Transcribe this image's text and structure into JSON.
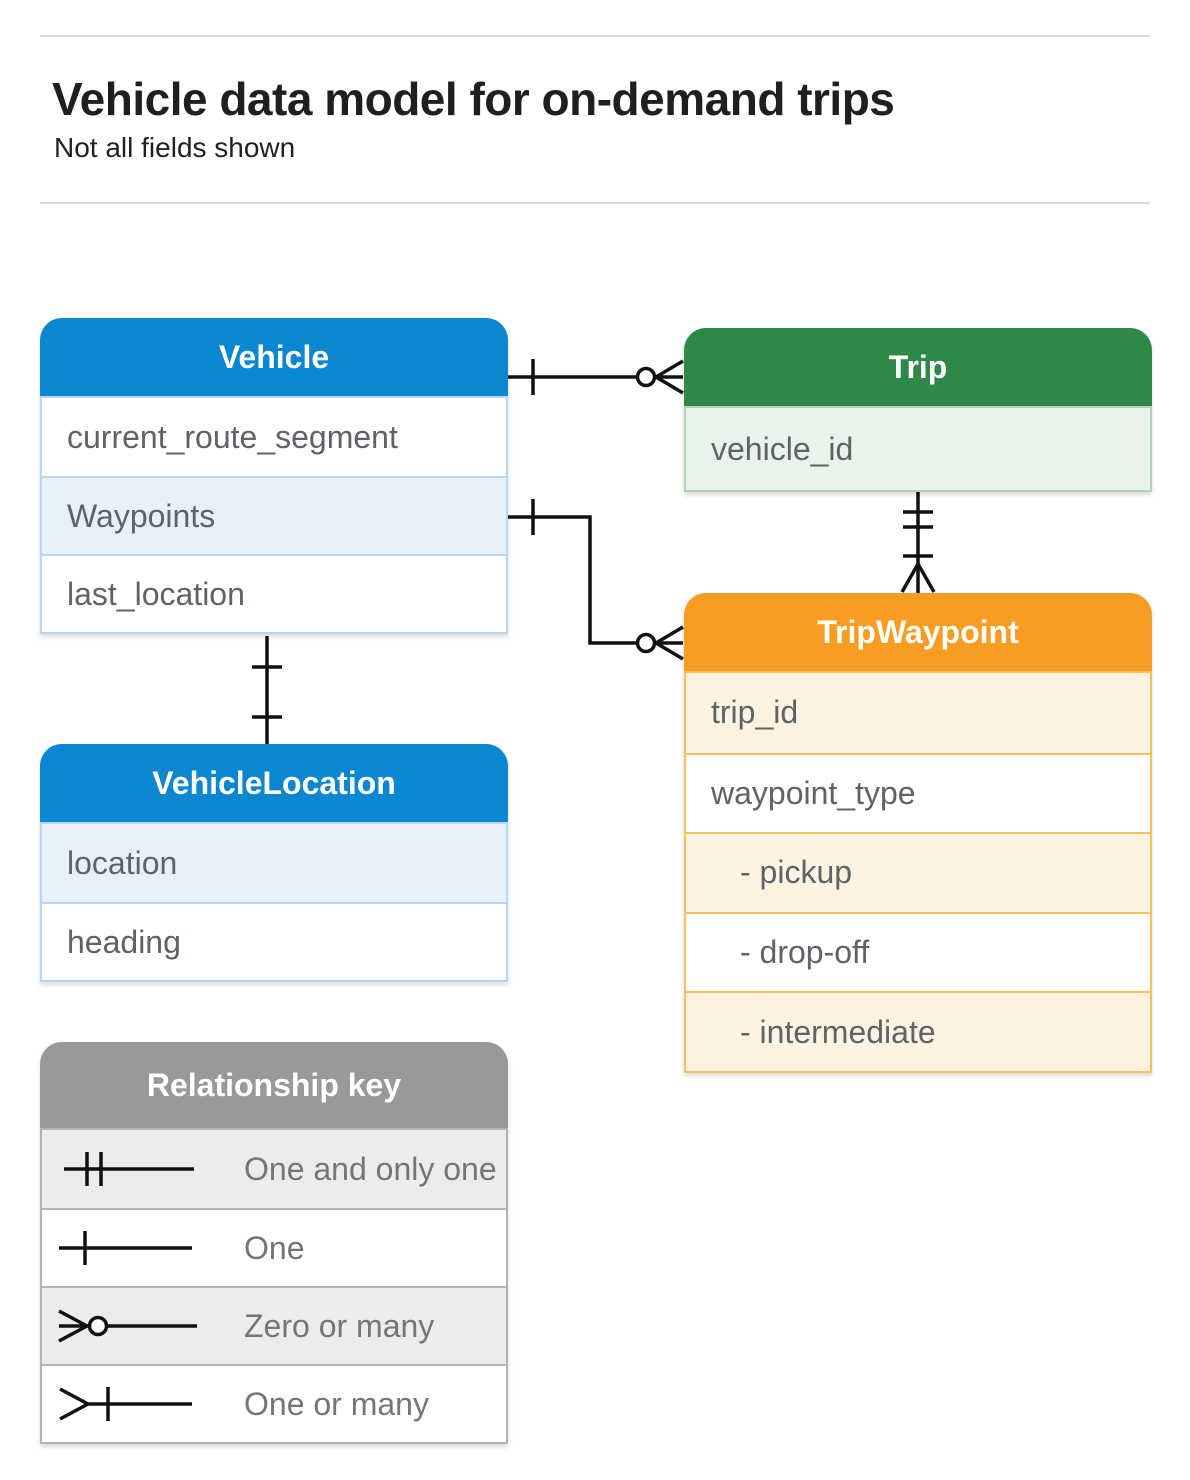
{
  "page": {
    "title": "Vehicle data model for on-demand trips",
    "subtitle": "Not all fields shown"
  },
  "entities": {
    "vehicle": {
      "title": "Vehicle",
      "fields": [
        "current_route_segment",
        "Waypoints",
        "last_location"
      ]
    },
    "trip": {
      "title": "Trip",
      "fields": [
        "vehicle_id"
      ]
    },
    "trip_waypoint": {
      "title": "TripWaypoint",
      "fields": [
        "trip_id",
        "waypoint_type",
        "- pickup",
        "- drop-off",
        "- intermediate"
      ]
    },
    "vehicle_location": {
      "title": "VehicleLocation",
      "fields": [
        "location",
        "heading"
      ]
    }
  },
  "legend": {
    "title": "Relationship key",
    "items": [
      {
        "symbol": "one-and-only-one-symbol",
        "label": "One and only one"
      },
      {
        "symbol": "one-symbol",
        "label": "One"
      },
      {
        "symbol": "zero-or-many-symbol",
        "label": "Zero or many"
      },
      {
        "symbol": "one-or-many-symbol",
        "label": "One or many"
      }
    ]
  },
  "relationships": [
    {
      "from": "Vehicle",
      "to": "Trip",
      "from_cardinality": "one",
      "to_cardinality": "zero or many"
    },
    {
      "from": "Vehicle.Waypoints",
      "to": "TripWaypoint",
      "from_cardinality": "one",
      "to_cardinality": "zero or many"
    },
    {
      "from": "Trip",
      "to": "TripWaypoint",
      "from_cardinality": "one and only one",
      "to_cardinality": "one or many"
    },
    {
      "from": "Vehicle",
      "to": "VehicleLocation",
      "from_cardinality": "one",
      "to_cardinality": "one"
    }
  ],
  "colors": {
    "blue_header": "#0b86d1",
    "blue_row": "#e8f1fb",
    "blue_border": "#b3d7f2",
    "green_header": "#2e8848",
    "green_row": "#e9f2eb",
    "green_border": "#aed3b8",
    "orange_header": "#f89d22",
    "orange_row": "#fdf3e1",
    "orange_border": "#f9c05b",
    "gray_header": "#999999",
    "gray_row": "#ececec",
    "gray_border": "#b3b3b3",
    "field_text": "#5f6368",
    "legend_text": "#757575",
    "connector_line": "#111111",
    "divider": "#d9d9d9"
  }
}
